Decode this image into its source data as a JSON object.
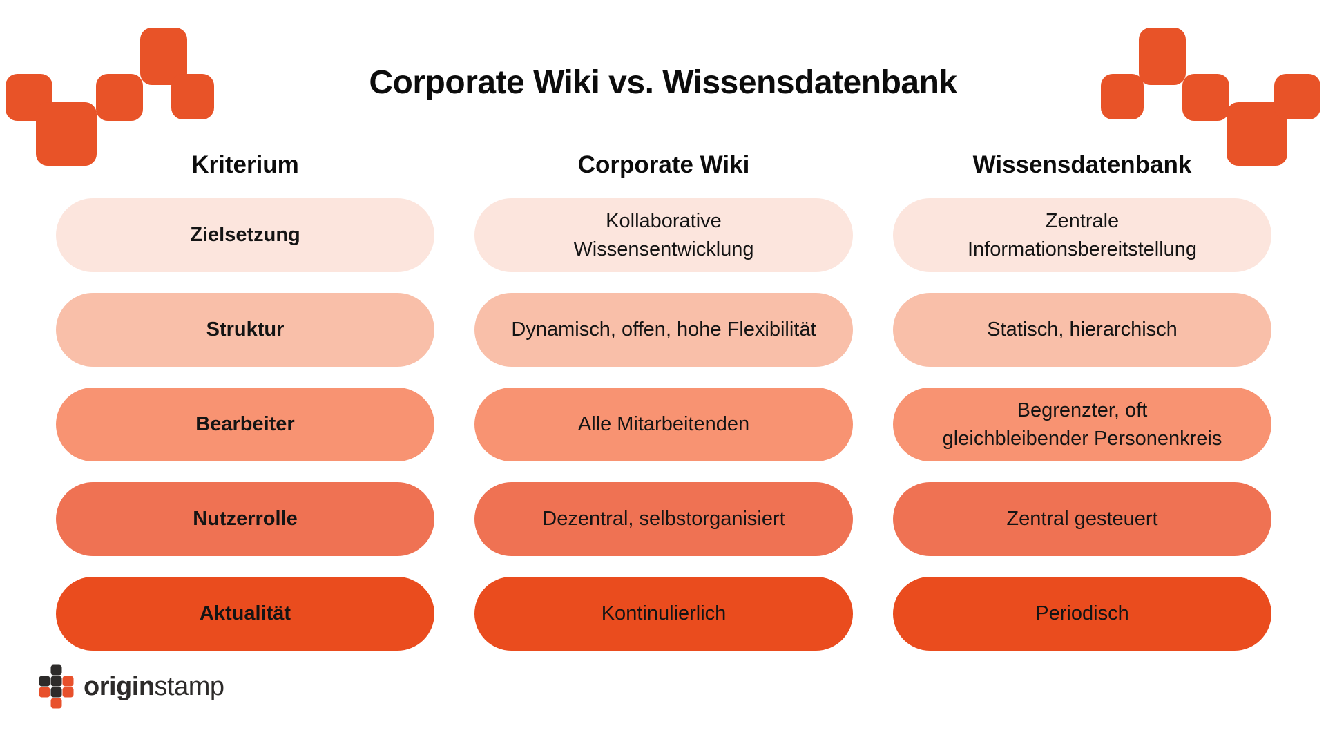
{
  "title": "Corporate Wiki vs. Wissensdatenbank",
  "columns": {
    "criterion": "Kriterium",
    "wiki": "Corporate Wiki",
    "kb": "Wissensdatenbank"
  },
  "rows": [
    {
      "label": "Zielsetzung",
      "wiki": "Kollaborative\nWissensentwicklung",
      "kb": "Zentrale\nInformationsbereitstellung",
      "color": "#fce5dd"
    },
    {
      "label": "Struktur",
      "wiki": "Dynamisch, offen, hohe Flexibilität",
      "kb": "Statisch, hierarchisch",
      "color": "#f9bfa9"
    },
    {
      "label": "Bearbeiter",
      "wiki": "Alle Mitarbeitenden",
      "kb": "Begrenzter, oft\ngleichbleibender Personenkreis",
      "color": "#f89372"
    },
    {
      "label": "Nutzerrolle",
      "wiki": "Dezentral, selbstorganisiert",
      "kb": "Zentral gesteuert",
      "color": "#ef7253"
    },
    {
      "label": "Aktualität",
      "wiki": "Kontinulierlich",
      "kb": "Periodisch",
      "color": "#ea4c1e"
    }
  ],
  "logo": {
    "origin": "origin",
    "stamp": "stamp"
  },
  "colors": {
    "accent": "#e85328",
    "logo_black": "#2d2b2a",
    "logo_orange": "#e8502b"
  }
}
